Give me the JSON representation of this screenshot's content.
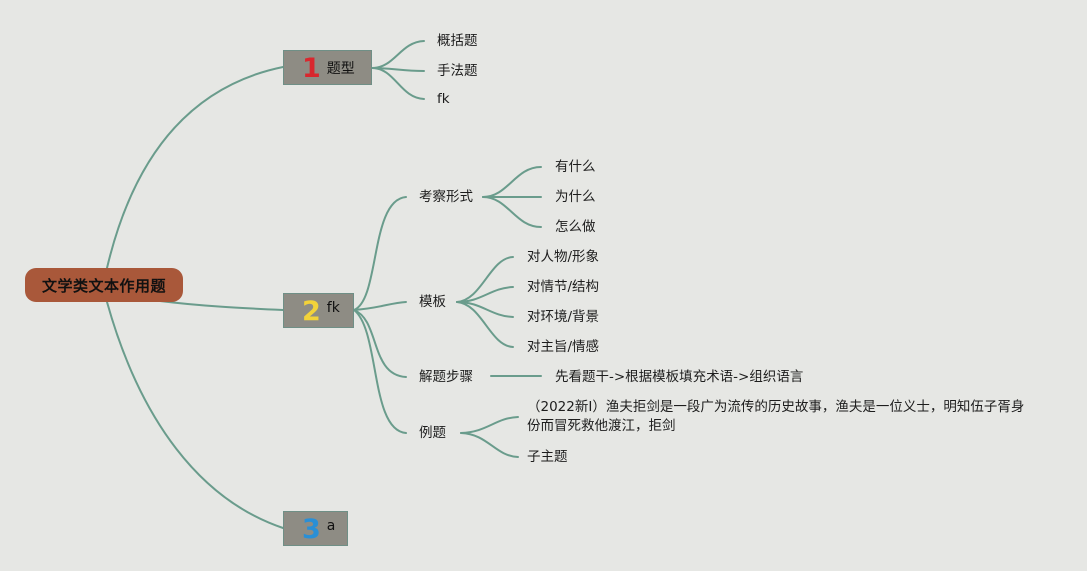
{
  "root": {
    "label": "文学类文本作用题"
  },
  "colors": {
    "root_fill": "#a9583a",
    "topic_fill": "#8e8c84",
    "connector": "#6a9c8c",
    "background": "#e6e7e4",
    "num1": "#d9272e",
    "num2": "#f2d23a",
    "num3": "#2a8fd6"
  },
  "topics": [
    {
      "number": "1",
      "label": "题型",
      "children": [
        "概括题",
        "手法题",
        "fk"
      ]
    },
    {
      "number": "2",
      "label": "fk",
      "children": [
        {
          "label": "考察形式",
          "children": [
            "有什么",
            "为什么",
            "怎么做"
          ]
        },
        {
          "label": "模板",
          "children": [
            "对人物/形象",
            "对情节/结构",
            "对环境/背景",
            "对主旨/情感"
          ]
        },
        {
          "label": "解题步骤",
          "children": [
            "先看题干->根据模板填充术语->组织语言"
          ]
        },
        {
          "label": "例题",
          "children": [
            "（2022新Ⅰ）渔夫拒剑是一段广为流传的历史故事，渔夫是一位义士，明知伍子胥身份而冒死救他渡江，拒剑",
            "子主题"
          ]
        }
      ]
    },
    {
      "number": "3",
      "label": "a",
      "children": []
    }
  ]
}
